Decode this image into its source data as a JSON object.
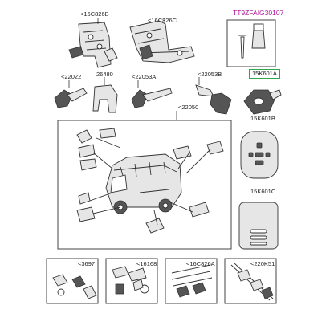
{
  "diagram": {
    "reference_code": "TT9ZFAIG30107",
    "part_labels": [
      {
        "id": "p1",
        "text": "<16C826B"
      },
      {
        "id": "p2",
        "text": "<16C826C"
      },
      {
        "id": "p3",
        "text": "<22022"
      },
      {
        "id": "p4",
        "text": "26480"
      },
      {
        "id": "p5",
        "text": "<22053A"
      },
      {
        "id": "p6",
        "text": "<22053B"
      },
      {
        "id": "p7",
        "text": "15K601A"
      },
      {
        "id": "p8",
        "text": "<22050"
      },
      {
        "id": "p9",
        "text": "15K601B"
      },
      {
        "id": "p10",
        "text": "15K601C"
      },
      {
        "id": "p11",
        "text": "<3697"
      },
      {
        "id": "p12",
        "text": "<16168"
      },
      {
        "id": "p13",
        "text": "<16C826A"
      },
      {
        "id": "p14",
        "text": "<220K51"
      }
    ],
    "highlighted_label": "p7",
    "colors": {
      "stroke": "#333333",
      "part_fill": "#e6e6e6",
      "dark_fill": "#555555",
      "reference": "#b0109a",
      "highlight": "#2fa84f"
    }
  }
}
